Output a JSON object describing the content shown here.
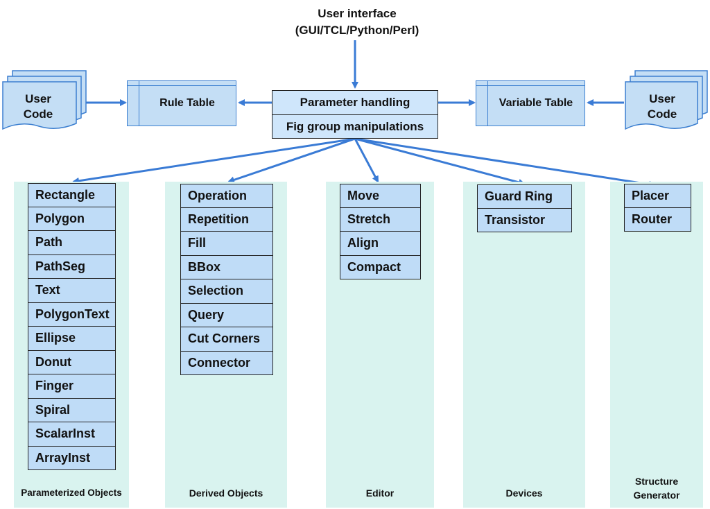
{
  "title": {
    "line1": "User interface",
    "line2": "(GUI/TCL/Python/Perl)"
  },
  "left_code": {
    "line1": "User",
    "line2": "Code"
  },
  "right_code": {
    "line1": "User",
    "line2": "Code"
  },
  "rule_table": "Rule Table",
  "variable_table": "Variable Table",
  "center": {
    "top": "Parameter handling",
    "bottom": "Fig group manipulations"
  },
  "columns": {
    "parameterized": {
      "label": "Parameterized Objects",
      "items": [
        "Rectangle",
        "Polygon",
        "Path",
        "PathSeg",
        "Text",
        "PolygonText",
        "Ellipse",
        "Donut",
        "Finger",
        "Spiral",
        "ScalarInst",
        "ArrayInst"
      ]
    },
    "derived": {
      "label": "Derived Objects",
      "items": [
        "Operation",
        "Repetition",
        "Fill",
        "BBox",
        "Selection",
        "Query",
        "Cut Corners",
        "Connector"
      ]
    },
    "editor": {
      "label": "Editor",
      "items": [
        "Move",
        "Stretch",
        "Align",
        "Compact"
      ]
    },
    "devices": {
      "label": "Devices",
      "items": [
        "Guard Ring",
        "Transistor"
      ]
    },
    "structure": {
      "label1": "Structure",
      "label2": "Generator",
      "items": [
        "Placer",
        "Router"
      ]
    }
  },
  "colors": {
    "arrow": "#3a7bd5",
    "item_fill": "#bfdcf7",
    "column_fill": "#d9f3ef"
  }
}
